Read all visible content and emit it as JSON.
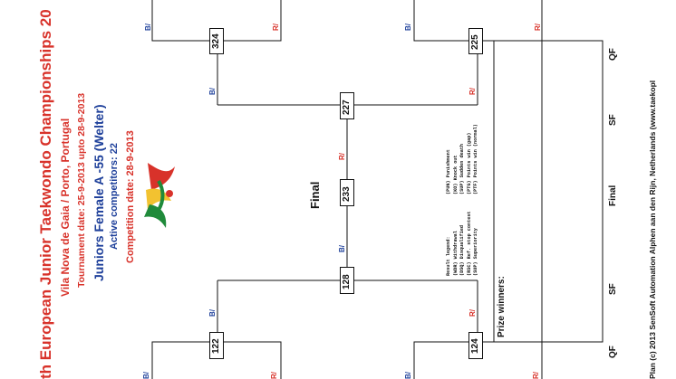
{
  "header": {
    "title": "th European Junior Taekwondo Championships 20",
    "venue": "Vila Nova de Gaia / Porto, Portugal",
    "tournament_date": "Tournament date: 25-9-2013 upto 28-9-2013",
    "category": "Juniors Female A -55 (Welter)",
    "active_competitors": "Active competitors: 22",
    "competition_date": "Competition date: 28-9-2013"
  },
  "bracket": {
    "final_label": "Final",
    "blue_tag": "B/",
    "red_tag": "R/",
    "matches": {
      "m122": "122",
      "m124": "124",
      "m128": "128",
      "m233": "233",
      "m227": "227",
      "m324": "324",
      "m225": "225"
    }
  },
  "legend": {
    "title": "Result legend:",
    "left": [
      "(WDR) Withdrawal",
      "(DSQ) Disqualified",
      "(RSC) Ref. stop contest",
      "(SUP) Superiority"
    ],
    "right": [
      "(PUN) Punishment",
      "(KO) Knock out",
      "(SUP) Sudden death",
      "(PTG) Points win (gap)",
      "(PTF) Points win (normal)"
    ]
  },
  "prize": {
    "label": "Prize winners:"
  },
  "rounds": {
    "qf": "QF",
    "sf": "SF",
    "final": "Final"
  },
  "footer": {
    "text": "Plan (c) 2013 SenSoft Automation Alphen aan den Rijn, Netherlands (www.taekopl"
  },
  "colors": {
    "red": "#d8322a",
    "blue": "#1d3f9a",
    "line": "#111111"
  }
}
